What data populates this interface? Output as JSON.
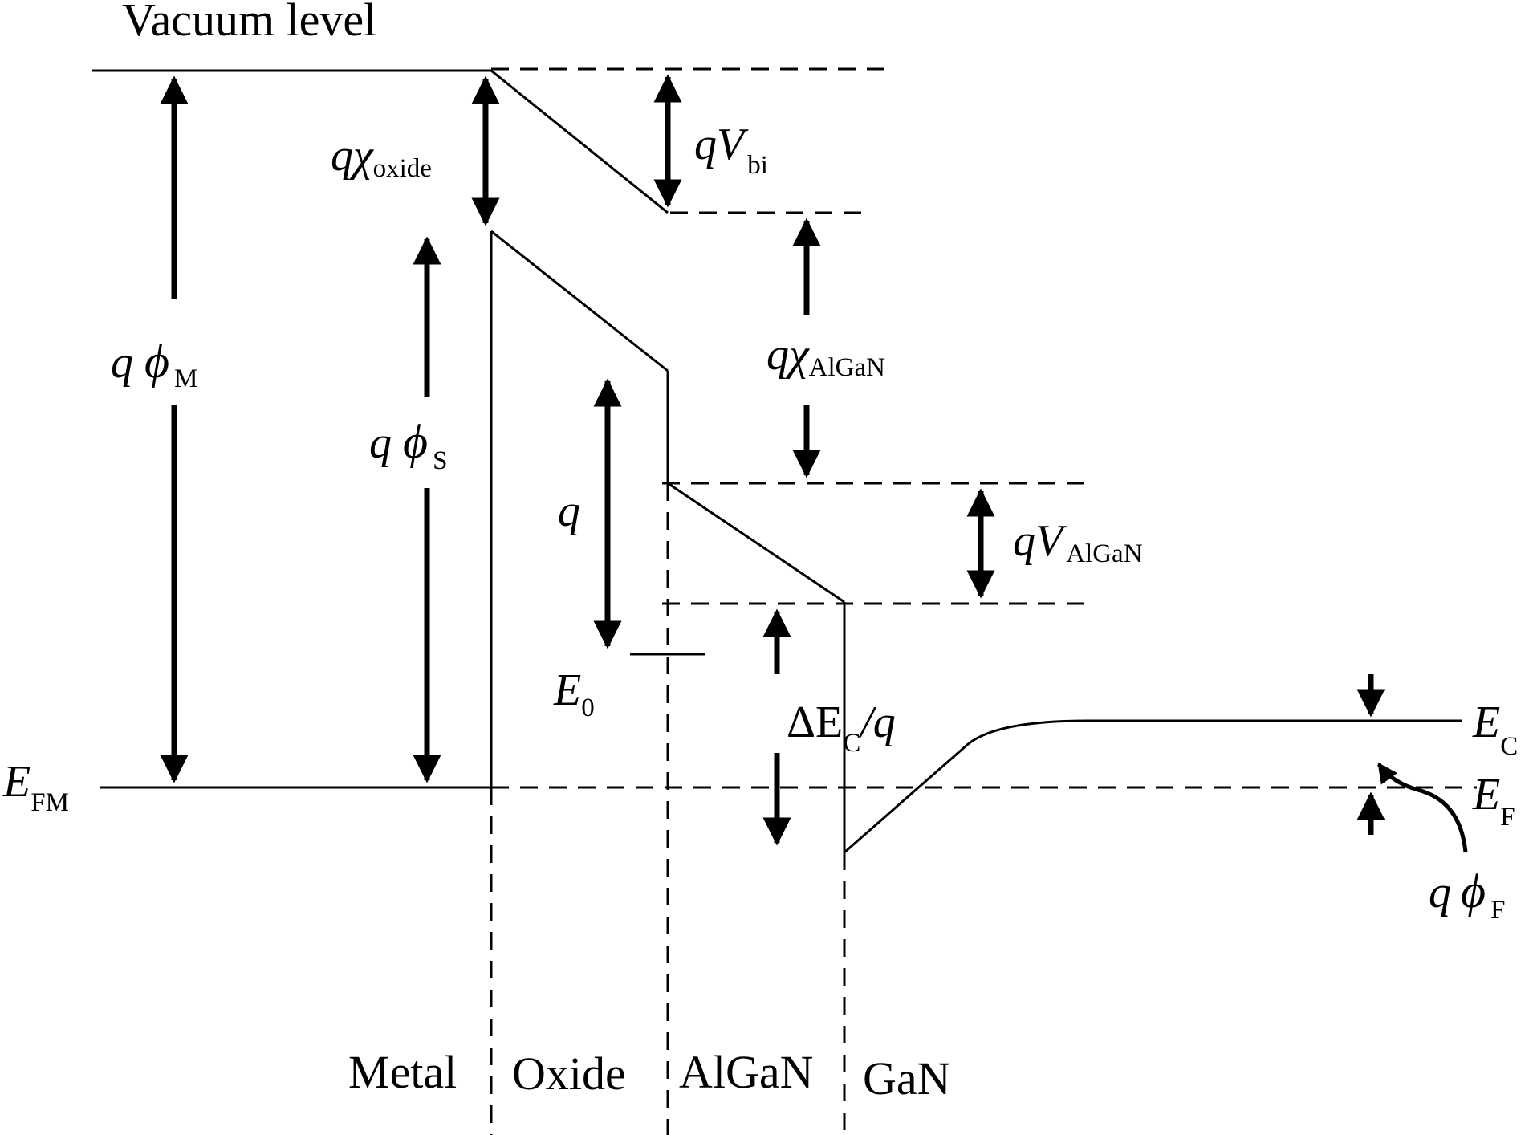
{
  "labels": {
    "vacuum_level": "Vacuum level",
    "q_chi_oxide": {
      "main": "qχ",
      "sub": "oxide"
    },
    "q_v_bi": {
      "main": "qV",
      "sub": "bi"
    },
    "q_phi_m": {
      "q": "q",
      "phi": "ϕ",
      "sub": "M"
    },
    "q_phi_s": {
      "q": "q",
      "phi": "ϕ",
      "sub": "S"
    },
    "q_chi_algan": {
      "main": "qχ",
      "sub": "AlGaN"
    },
    "q_v_algan": {
      "main": "qV",
      "sub": "AlGaN"
    },
    "q_label": "q",
    "e0": {
      "main": "E",
      "sub": "0"
    },
    "delta_ec": {
      "delta": "ΔE",
      "sub": "C",
      "tail": "/q"
    },
    "e_fm": {
      "main": "E",
      "sub": "FM"
    },
    "e_c": {
      "main": "E",
      "sub": "C"
    },
    "e_f": {
      "main": "E",
      "sub": "F"
    },
    "q_phi_f": {
      "q": "q",
      "phi": "ϕ",
      "sub": "F"
    }
  },
  "regions": {
    "metal": "Metal",
    "oxide": "Oxide",
    "algan": "AlGaN",
    "gan": "GaN"
  }
}
